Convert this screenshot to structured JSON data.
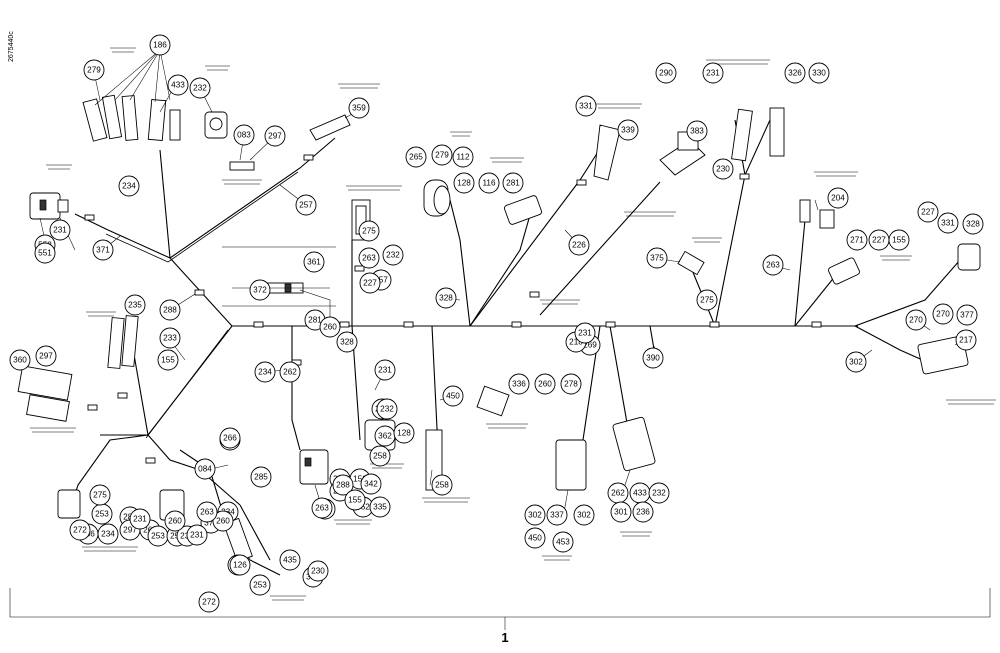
{
  "drawing_id": "2675440c",
  "assembly_item": "1",
  "balloons": [
    "186",
    "279",
    "433",
    "232",
    "359",
    "083",
    "297",
    "234",
    "257",
    "552",
    "551",
    "371",
    "330",
    "341",
    "272",
    "229",
    "288",
    "235",
    "233",
    "155",
    "262",
    "360",
    "297",
    "288",
    "297",
    "260",
    "231",
    "234",
    "236",
    "253",
    "266",
    "234",
    "281",
    "260",
    "257",
    "275",
    "232",
    "263",
    "361",
    "231",
    "286",
    "362",
    "258",
    "450",
    "302",
    "337",
    "453",
    "302",
    "390",
    "269",
    "218",
    "231",
    "450",
    "336",
    "260",
    "278",
    "265",
    "279",
    "112",
    "128",
    "116",
    "281",
    "226",
    "339",
    "375",
    "383",
    "290",
    "231",
    "326",
    "330",
    "331",
    "328",
    "258",
    "262",
    "433",
    "232",
    "301",
    "236",
    "230",
    "204",
    "271",
    "227",
    "155",
    "263",
    "275",
    "270",
    "270",
    "217",
    "377",
    "302",
    "227",
    "331",
    "328",
    "255",
    "330",
    "328",
    "231",
    "150",
    "232",
    "128",
    "452",
    "342",
    "335",
    "263",
    "375",
    "234",
    "285",
    "126",
    "084",
    "372",
    "227",
    "435",
    "230",
    "288",
    "155",
    "253",
    "253",
    "236",
    "231",
    "260",
    "263",
    "260",
    "231",
    "272",
    "275",
    "253"
  ]
}
